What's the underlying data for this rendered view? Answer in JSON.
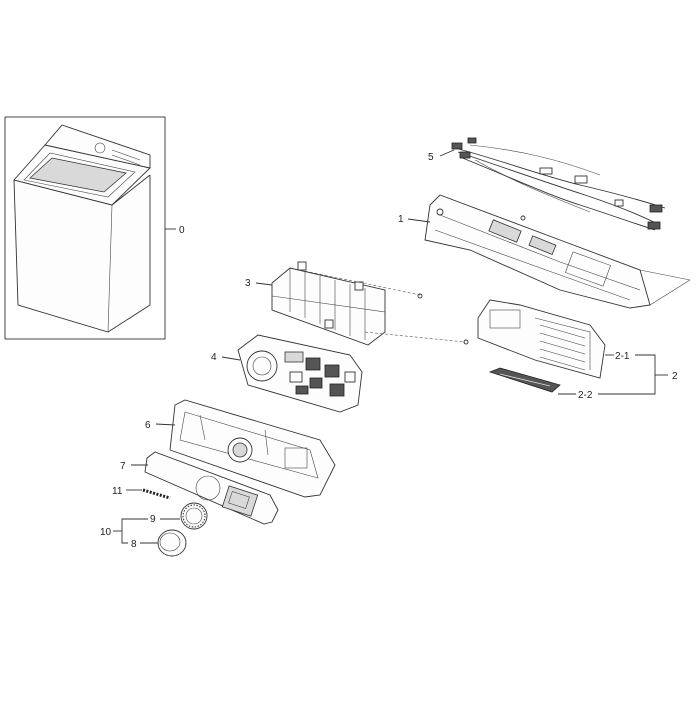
{
  "diagram": {
    "labels": {
      "p0": "0",
      "p1": "1",
      "p2": "2",
      "p2_1": "2-1",
      "p2_2": "2-2",
      "p3": "3",
      "p4": "4",
      "p5": "5",
      "p6": "6",
      "p7": "7",
      "p8": "8",
      "p9": "9",
      "p10": "10",
      "p11": "11"
    }
  }
}
